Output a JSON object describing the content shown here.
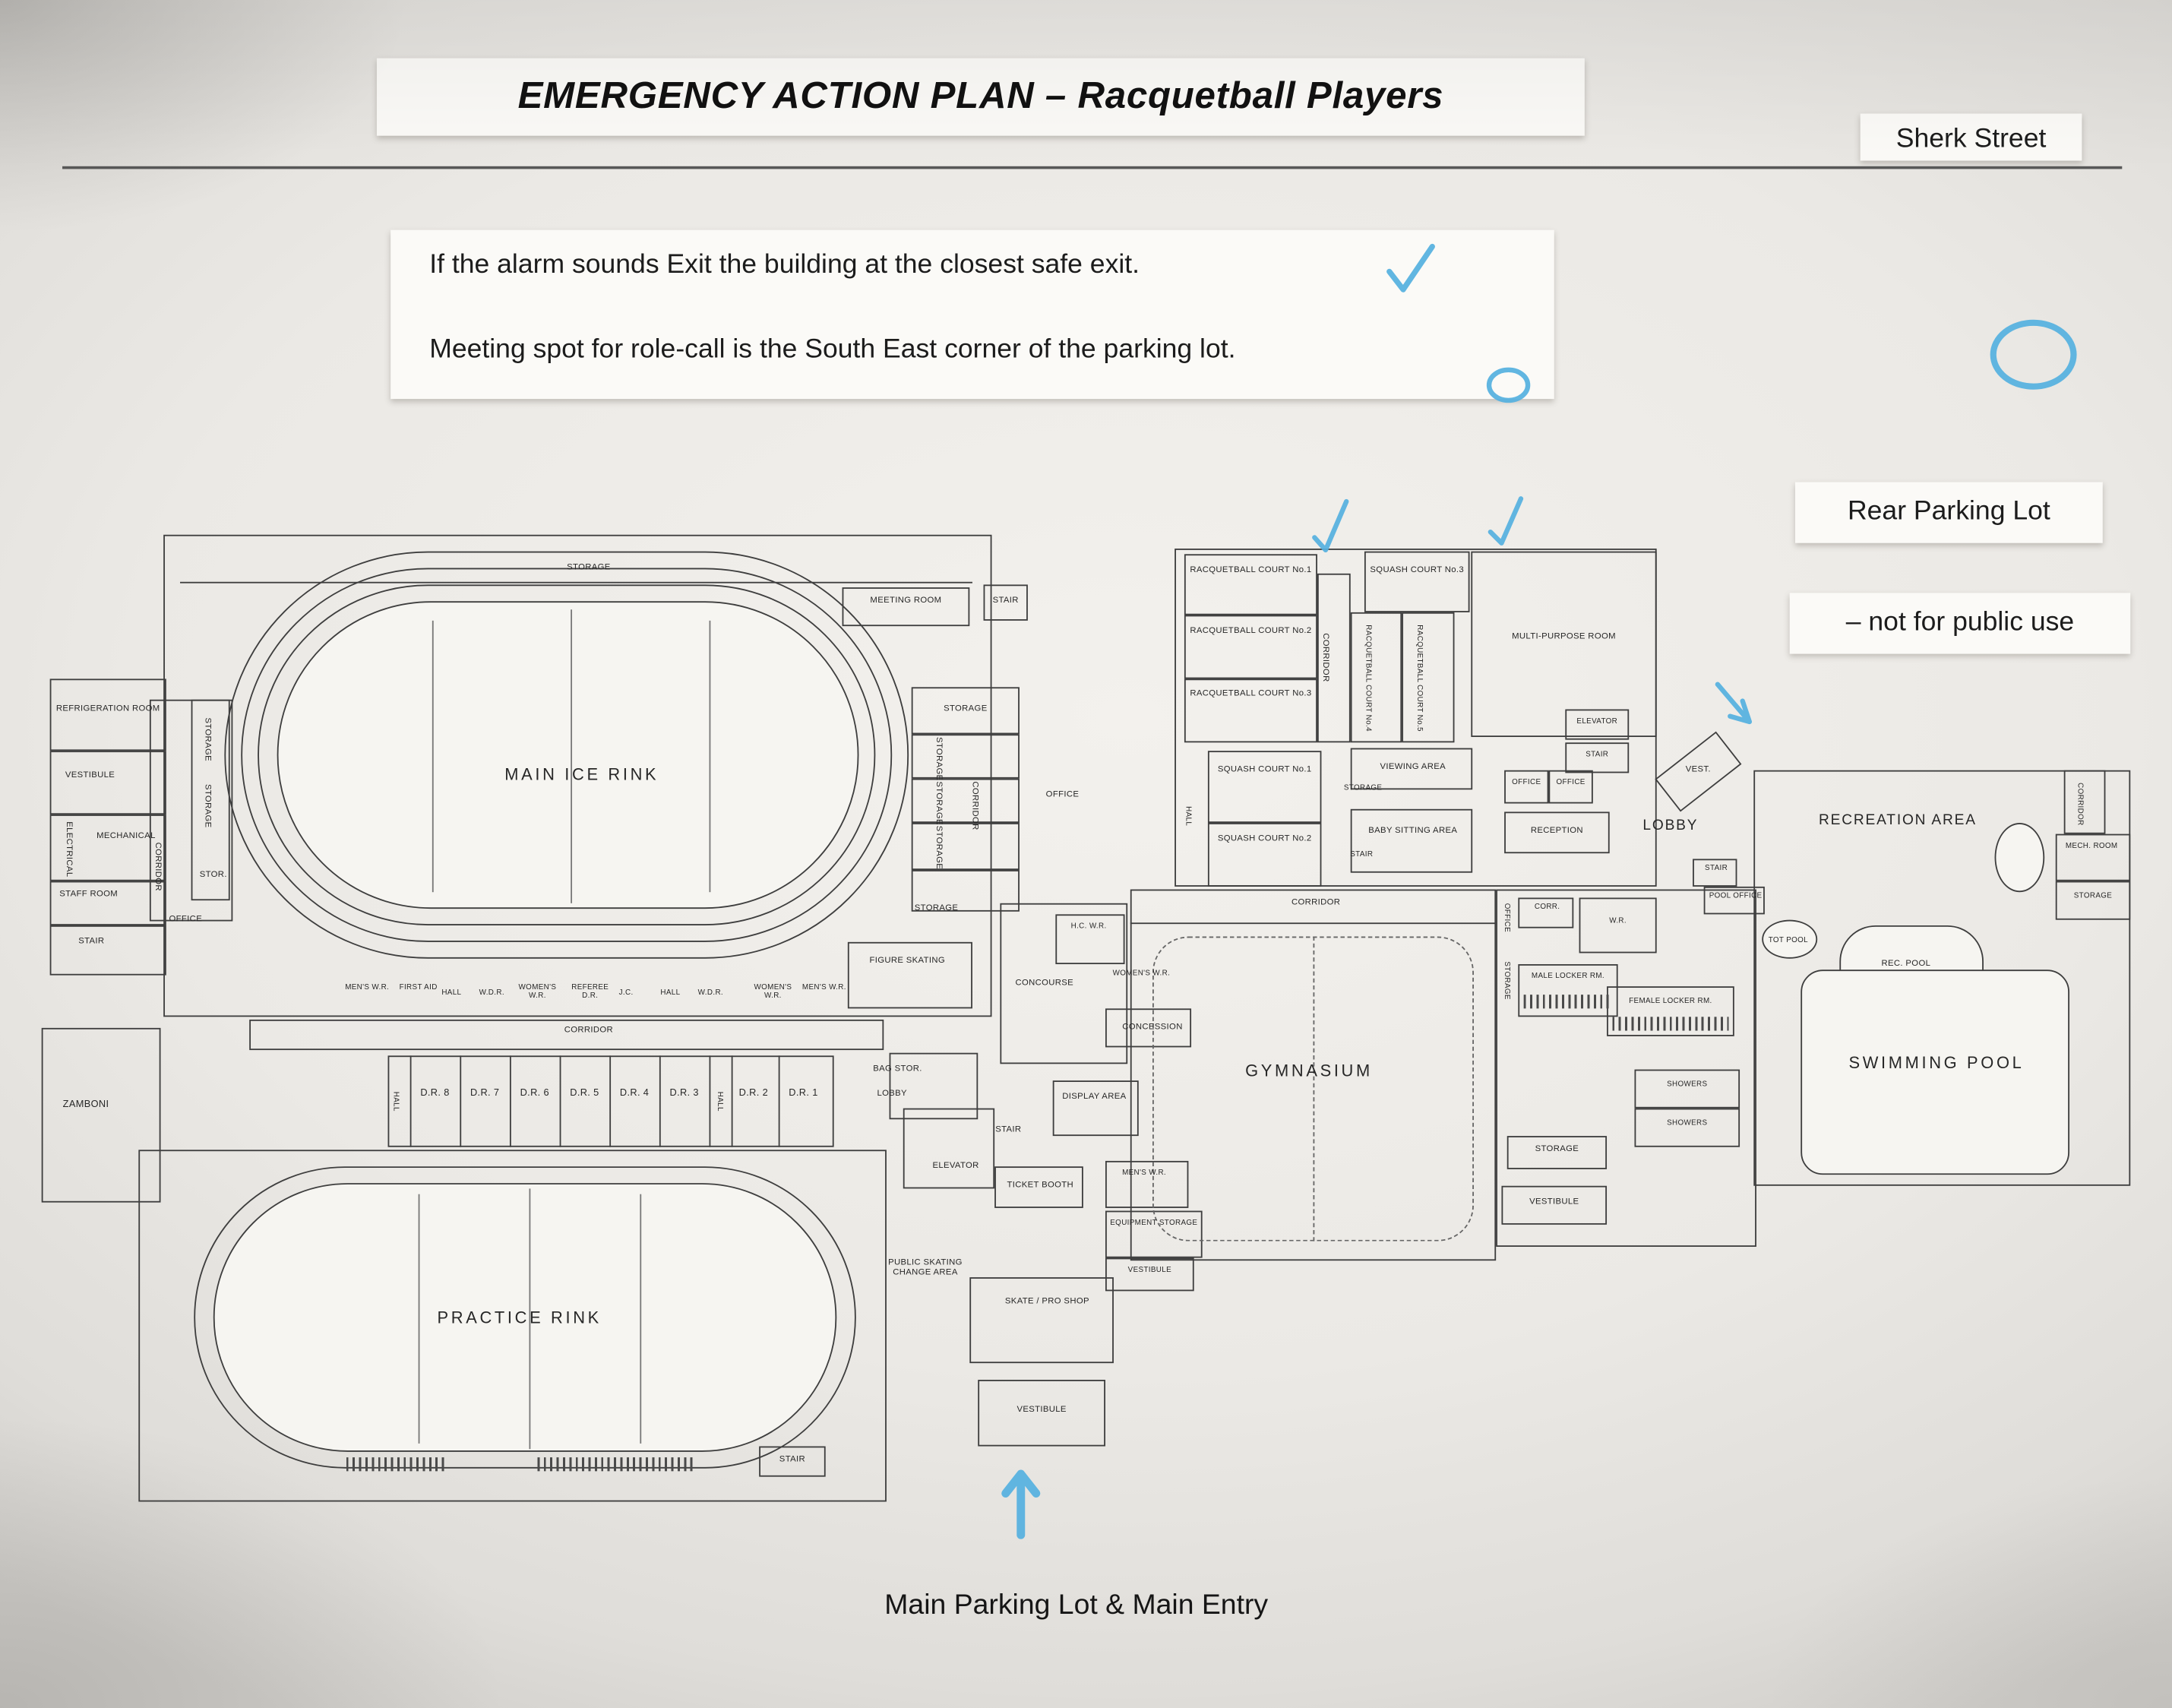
{
  "header": {
    "title": "EMERGENCY ACTION PLAN – Racquetball Players",
    "street_label": "Sherk Street"
  },
  "instructions": {
    "line1": "If the alarm sounds Exit the building at the closest safe exit.",
    "line2": "Meeting spot for role-call is the South East corner of the parking lot."
  },
  "annotations": {
    "rear_parking_lot": "Rear Parking Lot",
    "not_for_public_use": "– not for public use",
    "main_entry": "Main Parking Lot & Main Entry"
  },
  "markers": {
    "checkmark": "✓",
    "circle": "〇",
    "arrow_up": "↑",
    "arrow_diagonal": "↘",
    "marker_blue": "#55b1e0"
  },
  "colors": {
    "plan_line": "#3e3e3e",
    "paper": "#efede9"
  },
  "rooms": {
    "storage_top": "STORAGE",
    "meeting_room": "MEETING ROOM",
    "stair_top": "STAIR",
    "main_ice_rink": "MAIN ICE RINK",
    "refrigeration_room": "REFRIGERATION ROOM",
    "vestibule_west": "VESTIBULE",
    "electrical": "ELECTRICAL",
    "mechanical": "MECHANICAL",
    "staff_room": "STAFF ROOM",
    "stair_west": "STAIR",
    "corridor_west": "CORRIDOR",
    "office_west": "OFFICE",
    "stor_west": "STOR.",
    "storage_west1": "STORAGE",
    "storage_west2": "STORAGE",
    "zamboni": "ZAMBONI",
    "storage_e1": "STORAGE",
    "storage_e2": "STORAGE",
    "storage_e3": "STORAGE",
    "storage_e4": "STORAGE",
    "corridor_east": "CORRIDOR",
    "storage_e5": "STORAGE",
    "figure_skating": "FIGURE SKATING",
    "mens_wr_w": "MEN'S W.R.",
    "first_aid": "FIRST AID",
    "hall_a": "HALL",
    "wdr_a": "W.D.R.",
    "womens_wr_a": "WOMEN'S W.R.",
    "referee_dr": "REFEREE D.R.",
    "jc": "J.C.",
    "hall_b": "HALL",
    "wdr_b": "W.D.R.",
    "womens_wr_b": "WOMEN'S W.R.",
    "mens_wr_b": "MEN'S W.R.",
    "corridor_rink": "CORRIDOR",
    "hall_c": "HALL",
    "dr8": "D.R. 8",
    "dr7": "D.R. 7",
    "dr6": "D.R. 6",
    "dr5": "D.R. 5",
    "dr4": "D.R. 4",
    "dr3": "D.R. 3",
    "hall_d": "HALL",
    "dr2": "D.R. 2",
    "dr1": "D.R. 1",
    "practice_rink": "PRACTICE RINK",
    "stair_south": "STAIR",
    "public_skating": "PUBLIC SKATING CHANGE AREA",
    "bag_stor": "BAG STOR.",
    "lobby_south": "LOBBY",
    "stair_center": "STAIR",
    "elevator_center": "ELEVATOR",
    "ticket_booth": "TICKET BOOTH",
    "display_area": "DISPLAY AREA",
    "skate_pro_shop": "SKATE / PRO SHOP",
    "vestibule_main": "VESTIBULE",
    "concourse": "CONCOURSE",
    "concession": "CONCESSION",
    "hc_wr": "H.C. W.R.",
    "womens_wr_c": "WOMEN'S W.R.",
    "mens_wr_c": "MEN'S W.R.",
    "equipment_storage": "EQUIPMENT STORAGE",
    "vestibule_gym": "VESTIBULE",
    "office_center": "OFFICE",
    "hall_e": "HALL",
    "racquetball_1": "RACQUETBALL COURT No.1",
    "racquetball_2": "RACQUETBALL COURT No.2",
    "racquetball_3": "RACQUETBALL COURT No.3",
    "corridor_courts": "CORRIDOR",
    "racquetball_4": "RACQUETBALL COURT No.4",
    "racquetball_5": "RACQUETBALL COURT No.5",
    "squash_3": "SQUASH COURT No.3",
    "multi_purpose": "MULTI-PURPOSE ROOM",
    "squash_1": "SQUASH COURT No.1",
    "storage_courts": "STORAGE",
    "squash_2": "SQUASH COURT No.2",
    "stair_courts": "STAIR",
    "baby_sitting": "BABY SITTING AREA",
    "viewing_area": "VIEWING AREA",
    "elevator_ne": "ELEVATOR",
    "stair_ne": "STAIR",
    "office_ne1": "OFFICE",
    "office_ne2": "OFFICE",
    "reception": "RECEPTION",
    "lobby_ne": "LOBBY",
    "vest_ne": "VEST.",
    "corridor_gym": "CORRIDOR",
    "gymnasium": "GYMNASIUM",
    "storage_gym": "STORAGE",
    "office_gym": "OFFICE",
    "corr_gym": "CORR.",
    "wr_gym": "W.R.",
    "male_locker": "MALE LOCKER RM.",
    "female_locker": "FEMALE LOCKER RM.",
    "showers_1": "SHOWERS",
    "showers_2": "SHOWERS",
    "storage_lk": "STORAGE",
    "vestibule_lk": "VESTIBULE",
    "stair_pool": "STAIR",
    "pool_office": "POOL OFFICE",
    "tot_pool": "TOT POOL",
    "rec_pool": "REC. POOL",
    "recreation_area": "RECREATION AREA",
    "corridor_ne2": "CORRIDOR",
    "mech_room": "MECH. ROOM",
    "storage_ne": "STORAGE",
    "swimming_pool": "SWIMMING POOL"
  }
}
